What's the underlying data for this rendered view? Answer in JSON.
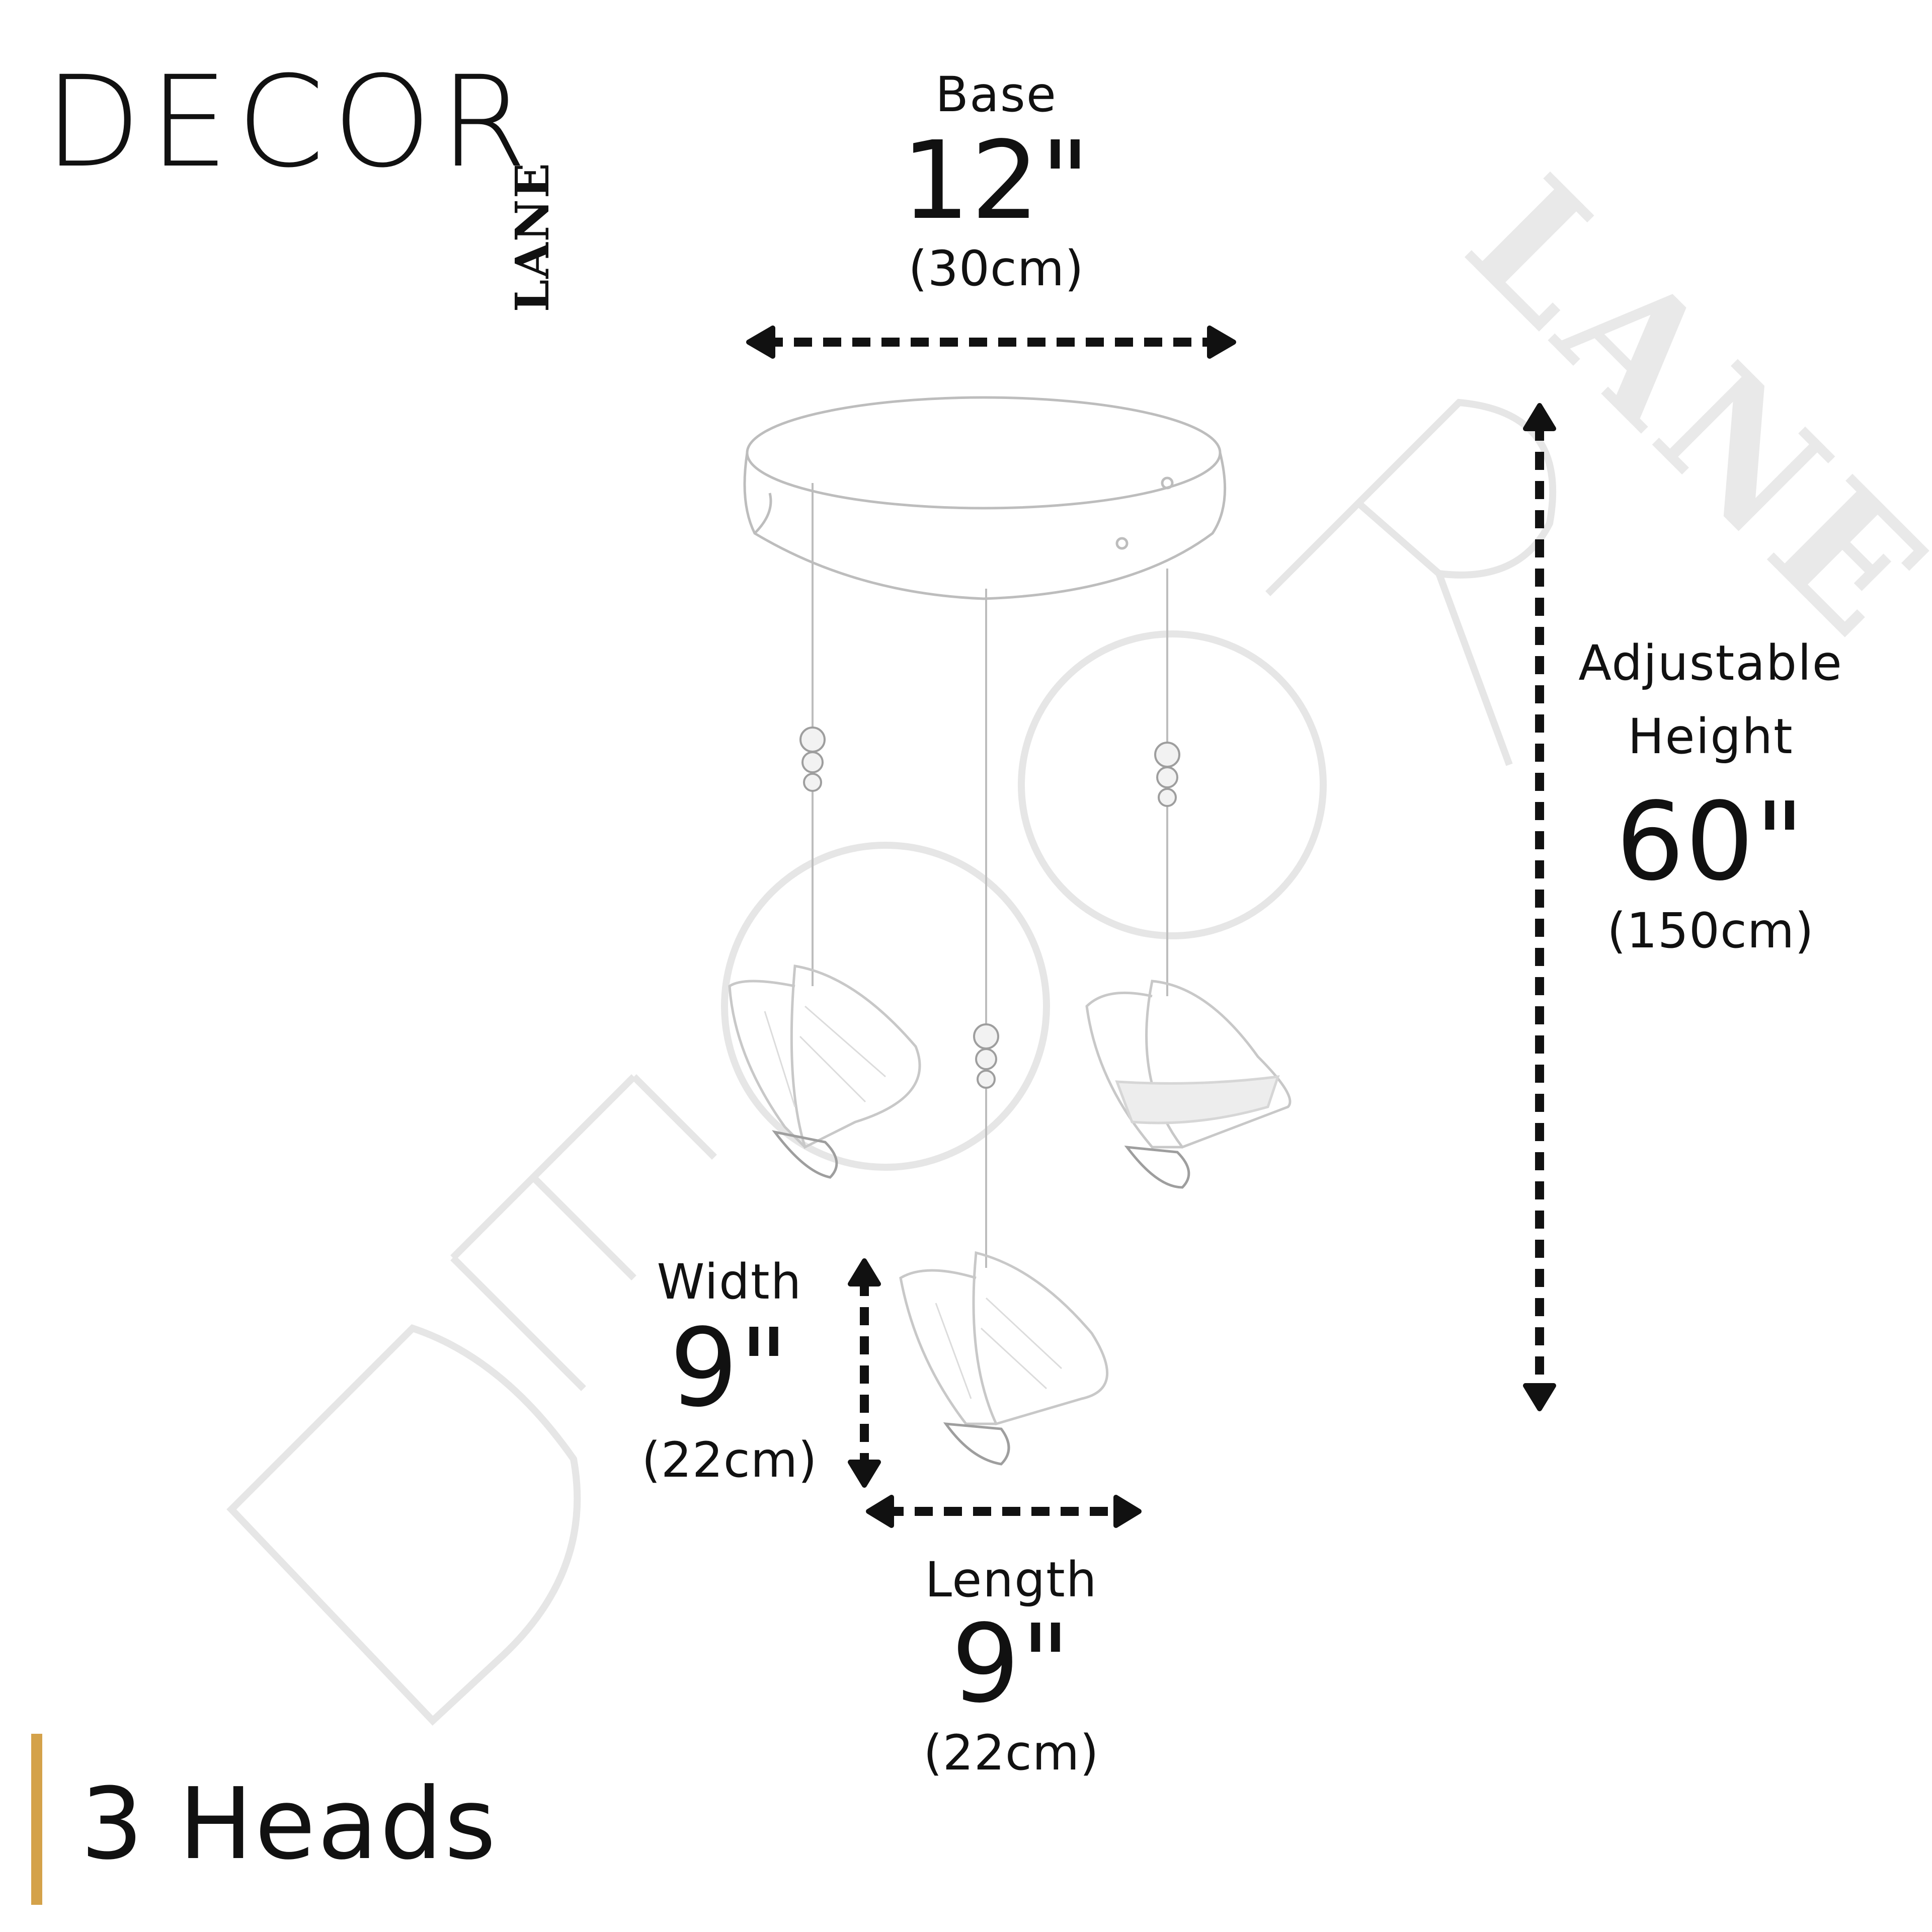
{
  "brand": {
    "logo_main": "DECOR",
    "logo_sub": "LANE",
    "watermark_main": "DECOR",
    "watermark_sub": "LANE",
    "accent_color": "#d4a24a",
    "text_color": "#111111"
  },
  "dimensions": {
    "base": {
      "label": "Base",
      "imperial": "12\"",
      "metric": "(30cm)"
    },
    "height": {
      "label_line1": "Adjustable",
      "label_line2": "Height",
      "imperial": "60\"",
      "metric": "(150cm)"
    },
    "width": {
      "label": "Width",
      "imperial": "9\"",
      "metric": "(22cm)"
    },
    "length": {
      "label": "Length",
      "imperial": "9\"",
      "metric": "(22cm)"
    }
  },
  "heads": {
    "label": "3 Heads"
  },
  "icons": [
    "dimension-arrow-icon",
    "pendant-lamp-icon",
    "butterfly-shade-icon"
  ]
}
